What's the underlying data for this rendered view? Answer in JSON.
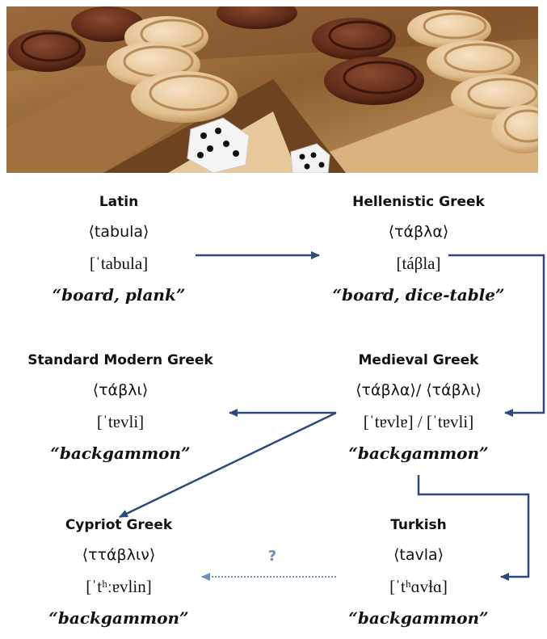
{
  "nodes": {
    "latin": {
      "name": "Latin",
      "form": "⟨tabula⟩",
      "ipa": "[ˈtabula]",
      "gloss": "“board, plank”"
    },
    "hellenistic": {
      "name": "Hellenistic Greek",
      "form": "⟨τάβλα⟩",
      "ipa": "[táβla]",
      "gloss": "“board, dice-table”"
    },
    "modern": {
      "name": "Standard Modern Greek",
      "form": "⟨τάβλι⟩",
      "ipa": "[ˈtɐvli]",
      "gloss": "“backgammon”"
    },
    "medieval": {
      "name": "Medieval Greek",
      "form": "⟨τάβλα⟩/ ⟨τάβλι⟩",
      "ipa": "[ˈtɐvlɐ] / [ˈtɐvli]",
      "gloss": "“backgammon”"
    },
    "cypriot": {
      "name": "Cypriot Greek",
      "form": "⟨ττάβλιν⟩",
      "ipa": "[ˈtʰːɐvlin]",
      "gloss": "“backgammon”"
    },
    "turkish": {
      "name": "Turkish",
      "form": "⟨tavla⟩",
      "ipa": "[ˈtʰɑvɫɑ]",
      "gloss": "“backgammon”"
    }
  },
  "uncertain_marker": "?",
  "colors": {
    "arrow": "#2b4a7a",
    "dotted_arrow": "#6a8fba"
  },
  "photo": {
    "subject": "backgammon board with wooden checkers and two dice"
  }
}
